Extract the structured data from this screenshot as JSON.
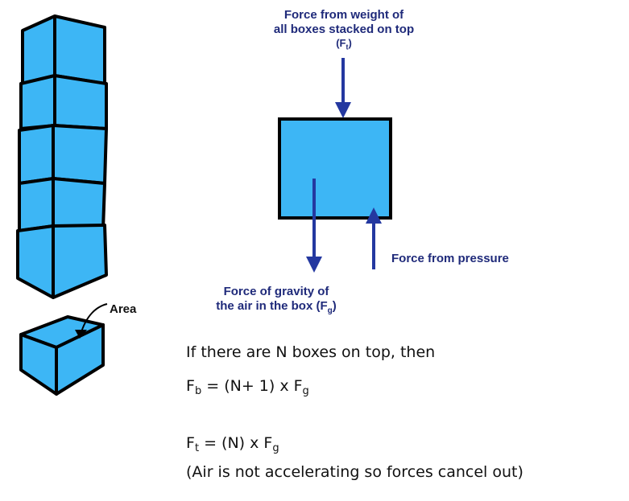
{
  "colors": {
    "box_fill": "#3db6f5",
    "outline": "#000000",
    "arrow": "#2438a0",
    "label": "#1f2a7a"
  },
  "labels": {
    "top_force": [
      "Force from weight of",
      "all boxes stacked on top"
    ],
    "top_force_symbol": {
      "open": "(F",
      "sub": "t",
      "close": ")"
    },
    "pressure": "Force from pressure",
    "gravity": [
      "Force of gravity of",
      "the air in the box (F"
    ],
    "gravity_sub": "g",
    "gravity_close": ")",
    "area": "Area"
  },
  "equations": {
    "intro": "If there are N boxes on top, then",
    "fb": {
      "F": "F",
      "sub": "b",
      "rhs": " = (N+ 1) x F",
      "rhs_sub": "g"
    },
    "ft": {
      "F": "F",
      "sub": "t",
      "rhs": " = (N) x F",
      "rhs_sub": "g"
    },
    "note": "(Air is not accelerating so forces cancel out)"
  }
}
